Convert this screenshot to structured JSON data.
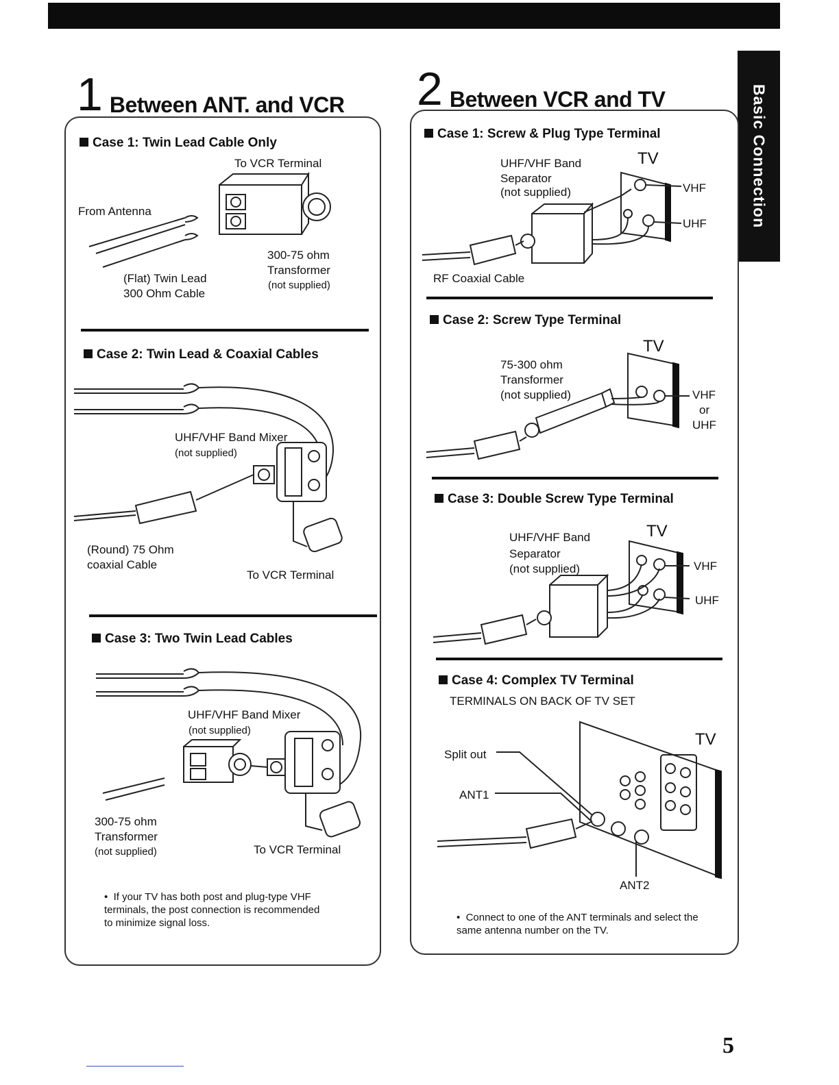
{
  "header": {
    "side_tab": "Basic Connection"
  },
  "section1": {
    "number": "1",
    "title": "Between ANT. and VCR",
    "case1": {
      "heading": "Case 1: Twin Lead Cable Only",
      "to_vcr": "To VCR Terminal",
      "from_antenna": "From Antenna",
      "transformer_1": "300-75 ohm",
      "transformer_2": "Transformer",
      "transformer_3": "(not supplied)",
      "flat_1": "(Flat) Twin Lead",
      "flat_2": "300 Ohm Cable"
    },
    "case2": {
      "heading": "Case 2: Twin Lead & Coaxial Cables",
      "mixer": "UHF/VHF Band Mixer",
      "not_supplied": "(not supplied)",
      "round_1": "(Round) 75 Ohm",
      "round_2": "coaxial Cable",
      "to_vcr": "To VCR Terminal"
    },
    "case3": {
      "heading": "Case 3: Two Twin Lead Cables",
      "mixer": "UHF/VHF Band Mixer",
      "not_supplied": "(not supplied)",
      "transformer_1": "300-75 ohm",
      "transformer_2": "Transformer",
      "transformer_3": "(not supplied)",
      "to_vcr": "To VCR Terminal"
    },
    "note": "If your TV has both post and plug-type VHF terminals, the post connection is recommended to minimize signal loss."
  },
  "section2": {
    "number": "2",
    "title": "Between VCR and TV",
    "case1": {
      "heading": "Case 1: Screw & Plug Type Terminal",
      "sep_1": "UHF/VHF Band",
      "sep_2": "Separator",
      "sep_3": "(not supplied)",
      "tv": "TV",
      "vhf": "VHF",
      "uhf": "UHF",
      "rf": "RF Coaxial Cable"
    },
    "case2": {
      "heading": "Case 2: Screw Type Terminal",
      "tv": "TV",
      "tr_1": "75-300 ohm",
      "tr_2": "Transformer",
      "tr_3": "(not supplied)",
      "vhf": "VHF",
      "or": "or",
      "uhf": "UHF"
    },
    "case3": {
      "heading": "Case 3: Double Screw Type Terminal",
      "sep_1": "UHF/VHF Band",
      "sep_2": "Separator",
      "sep_3": "(not supplied)",
      "tv": "TV",
      "vhf": "VHF",
      "uhf": "UHF"
    },
    "case4": {
      "heading": "Case 4: Complex TV Terminal",
      "sub": "TERMINALS ON BACK OF TV SET",
      "split": "Split out",
      "ant1": "ANT1",
      "ant2": "ANT2",
      "tv": "TV"
    },
    "note": "Connect to one of the ANT terminals and select the same antenna number on the TV."
  },
  "page_number": "5"
}
